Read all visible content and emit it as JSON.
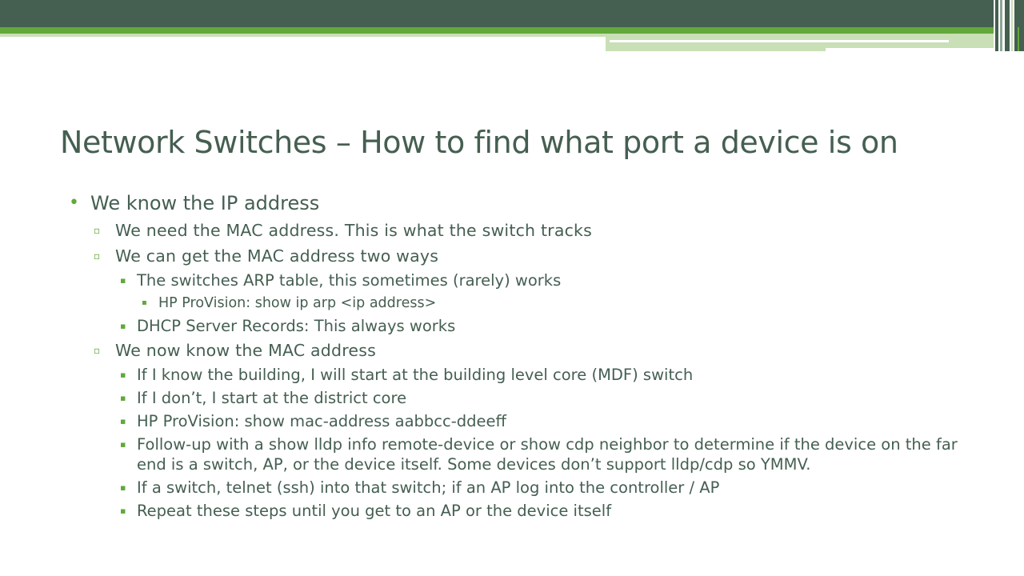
{
  "slide": {
    "title": "Network Switches – How to find what port a device is on",
    "bullets": [
      {
        "level": 1,
        "text": "We know the IP address"
      },
      {
        "level": 2,
        "text": "We need the MAC address.  This is what the switch tracks"
      },
      {
        "level": 2,
        "text": "We can get the MAC address two ways"
      },
      {
        "level": 3,
        "text": "The switches ARP table, this sometimes (rarely) works"
      },
      {
        "level": 4,
        "text": "HP ProVision:  show ip arp <ip address>"
      },
      {
        "level": 3,
        "text": "DHCP Server Records:  This always works"
      },
      {
        "level": 2,
        "text": "We now know the MAC address"
      },
      {
        "level": 3,
        "text": "If I know the building, I will start at the building level core (MDF) switch"
      },
      {
        "level": 3,
        "text": "If I don’t, I start at the district core"
      },
      {
        "level": 3,
        "text": "HP ProVision:  show mac-address aabbcc-ddeeff"
      },
      {
        "level": 3,
        "text": "Follow-up with a show lldp info remote-device or show cdp neighbor to determine if the device on the far end is a switch, AP, or the device itself.  Some devices don’t support lldp/cdp so YMMV."
      },
      {
        "level": 3,
        "text": "If a switch, telnet (ssh) into that switch; if an AP log into the controller / AP"
      },
      {
        "level": 3,
        "text": "Repeat these steps until you get to an AP or the device itself"
      }
    ]
  },
  "theme": {
    "dark_band": "#455f51",
    "accent_green": "#62a83b",
    "light_green": "#c9dfb6",
    "text_color": "#455f51"
  }
}
